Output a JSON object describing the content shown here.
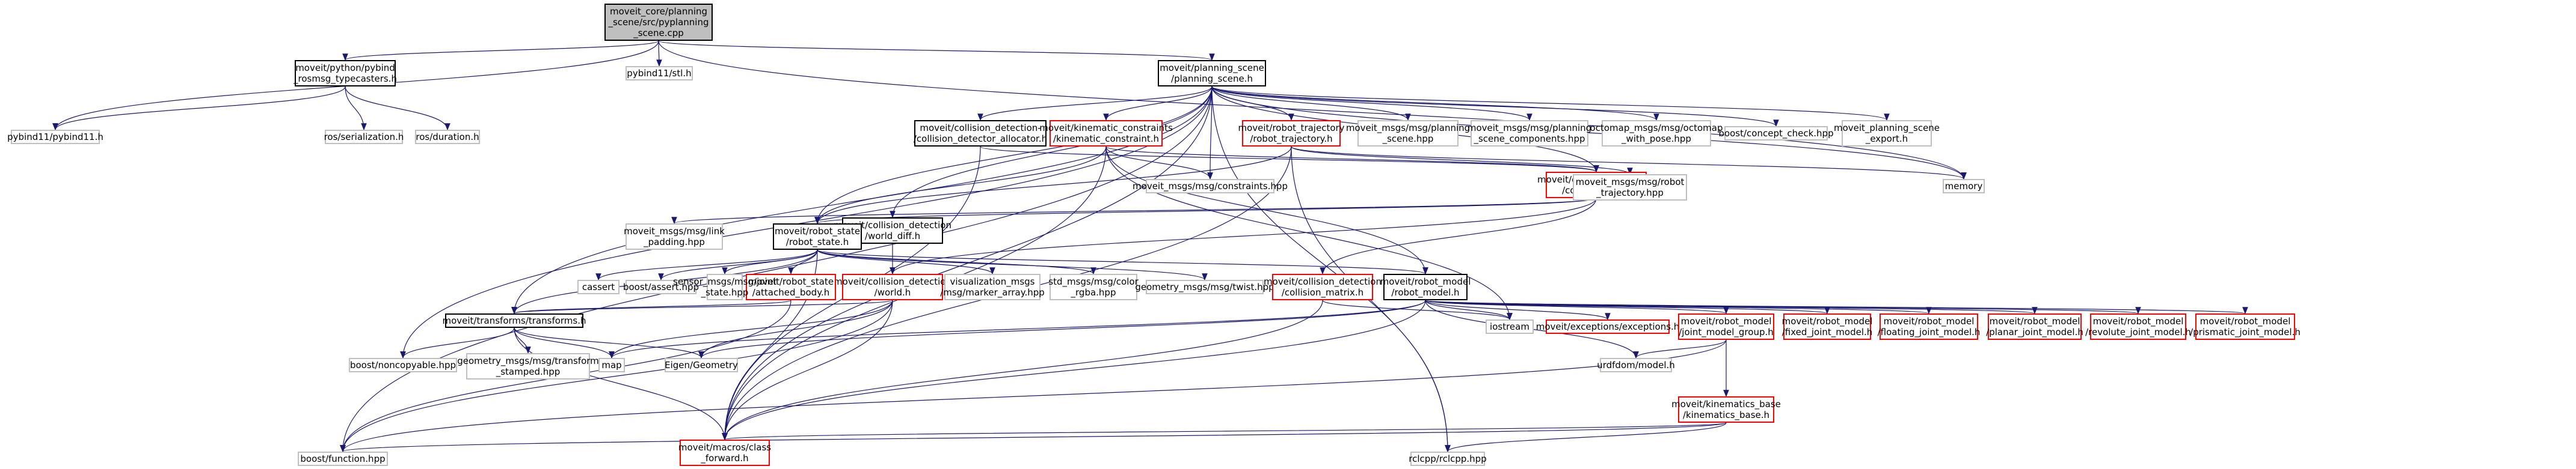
{
  "graph": {
    "nodes": {
      "root": "moveit_core/planning\n_scene/src/pyplanning\n_scene.cpp",
      "pybind_typecasters": "moveit/python/pybind\n_rosmsg_typecasters.h",
      "pybind11_stl": "pybind11/stl.h",
      "pybind11": "pybind11/pybind11.h",
      "ros_serialization": "ros/serialization.h",
      "ros_duration": "ros/duration.h",
      "planning_scene": "moveit/planning_scene\n/planning_scene.h",
      "cd_world_diff": "moveit/collision_detection\n/world_diff.h",
      "cd_world": "moveit/collision_detection\n/world.h",
      "cd_allocator": "moveit/collision_detection-\n/collision_detector_allocator.h",
      "cd_env": "moveit/collision_detection\n/collision_env.h",
      "kinematic_constraint": "moveit/kinematic_constraints\n/kinematic_constraint.h",
      "robot_trajectory": "moveit/robot_trajectory\n/robot_trajectory.h",
      "msgs_planning_scene": "moveit_msgs/msg/planning\n_scene.hpp",
      "msgs_scene_components": "moveit_msgs/msg/planning\n_scene_components.hpp",
      "octomap_msgs": "octomap_msgs/msg/octomap\n_with_pose.hpp",
      "concept_check": "boost/concept_check.hpp",
      "scene_export": "moveit_planning_scene\n_export.h",
      "msgs_constraints": "moveit_msgs/msg/constraints.hpp",
      "msgs_robot_trajectory": "moveit_msgs/msg/robot\n_trajectory.hpp",
      "memory": "memory",
      "link_padding": "moveit_msgs/msg/link\n_padding.hpp",
      "robot_state": "moveit/robot_state\n/robot_state.h",
      "attached_body": "moveit/robot_state\n/attached_body.h",
      "cassert": "cassert",
      "boost_assert": "boost/assert.hpp",
      "sensor_joint_state": "sensor_msgs/msg/joint\n_state.hpp",
      "marker_array": "visualization_msgs\n/msg/marker_array.hpp",
      "color_rgba": "std_msgs/msg/color\n_rgba.hpp",
      "twist": "geometry_msgs/msg/twist.hpp",
      "collision_matrix": "moveit/collision_detection\n/collision_matrix.h",
      "robot_model": "moveit/robot_model\n/robot_model.h",
      "transforms": "moveit/transforms/transforms.h",
      "iostream": "iostream",
      "exceptions": "moveit/exceptions/exceptions.h",
      "joint_model_group": "moveit/robot_model\n/joint_model_group.h",
      "fixed_joint": "moveit/robot_model\n/fixed_joint_model.h",
      "floating_joint": "moveit/robot_model\n/floating_joint_model.h",
      "planar_joint": "moveit/robot_model\n/planar_joint_model.h",
      "revolute_joint": "moveit/robot_model\n/revolute_joint_model.h",
      "prismatic_joint": "moveit/robot_model\n/prismatic_joint_model.h",
      "noncopyable": "boost/noncopyable.hpp",
      "transform_stamped": "geometry_msgs/msg/transform\n_stamped.hpp",
      "map": "map",
      "eigen_geometry": "Eigen/Geometry",
      "urdfdom_model": "urdfdom/model.h",
      "kinematics_base": "moveit/kinematics_base\n/kinematics_base.h",
      "boost_function": "boost/function.hpp",
      "class_forward": "moveit/macros/class\n_forward.h",
      "rclcpp": "rclcpp/rclcpp.hpp"
    },
    "colors": {
      "edge": "#191970",
      "edge_alt": "#999999",
      "header_fill": "#bfbfbf",
      "missing_border": "#ff0000",
      "known_border": "#000000"
    }
  }
}
